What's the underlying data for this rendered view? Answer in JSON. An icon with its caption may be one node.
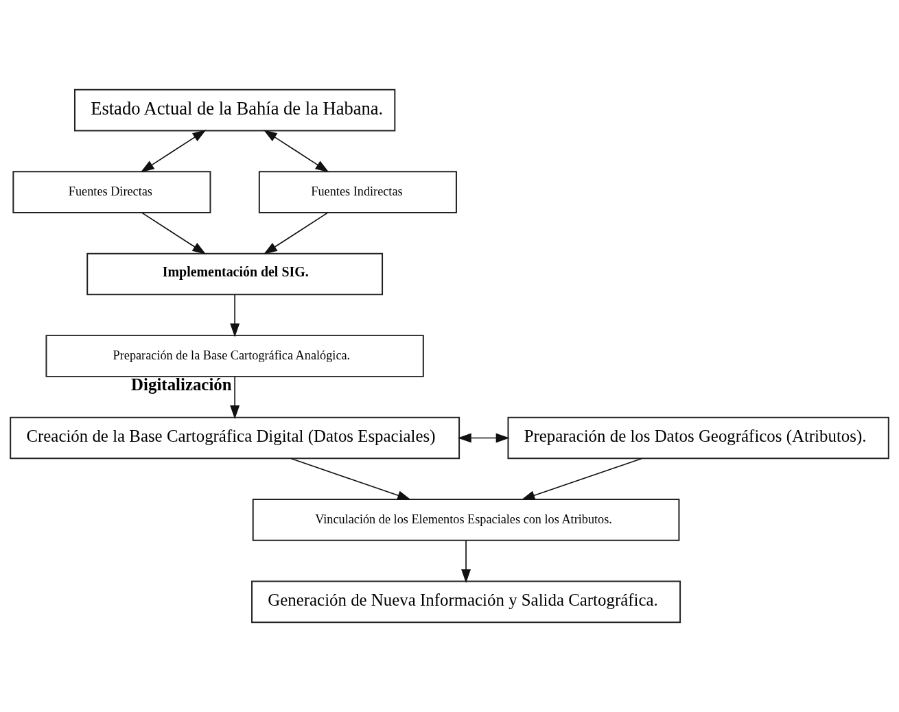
{
  "diagram": {
    "nodes": [
      {
        "text": [
          "Estado Actual de la Bahía de la Habana."
        ]
      },
      {
        "text": [
          "Fuentes Directas"
        ]
      },
      {
        "text": [
          "Fuentes Indirectas"
        ]
      },
      {
        "text": [
          "Implementación del SIG."
        ]
      },
      {
        "text": [
          "Preparación de la Base Cartográfica Analógica."
        ]
      },
      {
        "text": [
          "Creación de la Base Cartográfica Digital (Datos Espaciales)"
        ]
      },
      {
        "text": [
          "Preparación de los Datos Geográficos (Atributos)."
        ]
      },
      {
        "text": [
          "Vinculación de los Elementos Espaciales con los Atributos."
        ]
      },
      {
        "text": [
          "Generación de Nueva Información y Salida Cartográfica."
        ]
      }
    ],
    "edges": [
      {
        "from": 0,
        "to": 1,
        "arrow": "both"
      },
      {
        "from": 0,
        "to": 2,
        "arrow": "both"
      },
      {
        "from": 1,
        "to": 3,
        "arrow": "to"
      },
      {
        "from": 2,
        "to": 3,
        "arrow": "to"
      },
      {
        "from": 3,
        "to": 4,
        "arrow": "to"
      },
      {
        "from": 4,
        "to": 5,
        "arrow": "to",
        "label": "Digitalización"
      },
      {
        "from": 5,
        "to": 6,
        "arrow": "both"
      },
      {
        "from": 5,
        "to": 7,
        "arrow": "to"
      },
      {
        "from": 6,
        "to": 7,
        "arrow": "to"
      },
      {
        "from": 7,
        "to": 8,
        "arrow": "to"
      }
    ]
  }
}
